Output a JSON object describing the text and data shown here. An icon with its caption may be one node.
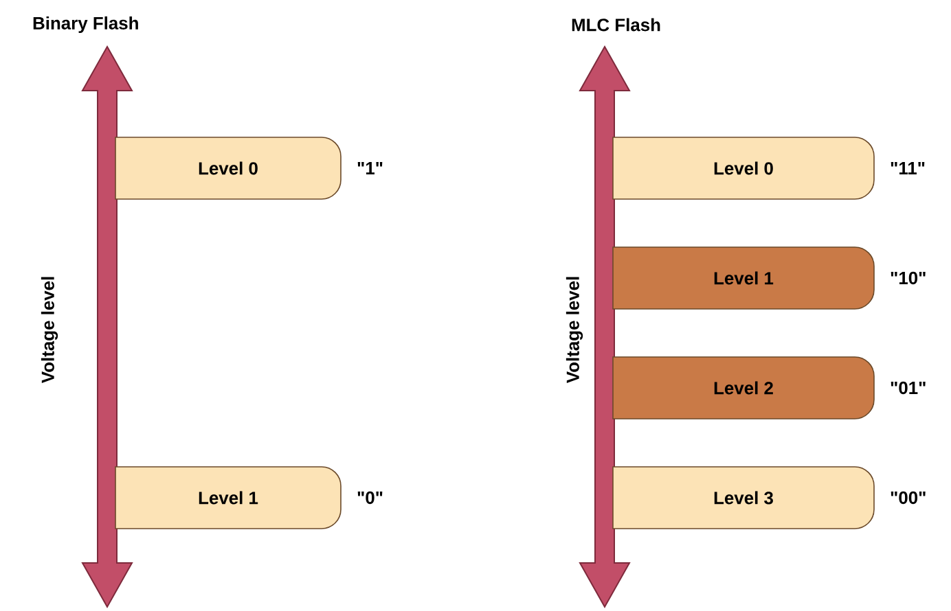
{
  "diagram": {
    "nodes": [
      {
        "text": [
          "Level 0"
        ],
        "beside": [
          "\"1\""
        ]
      },
      {
        "text": [
          "Level 1"
        ],
        "beside": [
          "\"0\""
        ]
      },
      {
        "text": [
          "Level 0"
        ],
        "beside": [
          "\"11\""
        ]
      },
      {
        "text": [
          "Level 1"
        ],
        "beside": [
          "\"10\""
        ]
      },
      {
        "text": [
          "Level 2"
        ],
        "beside": [
          "\"01\""
        ]
      },
      {
        "text": [
          "Level 3"
        ],
        "beside": [
          "\"00\""
        ]
      }
    ],
    "labels": [
      "Binary Flash",
      "Voltage level",
      "MLC Flash",
      "Voltage level"
    ]
  }
}
